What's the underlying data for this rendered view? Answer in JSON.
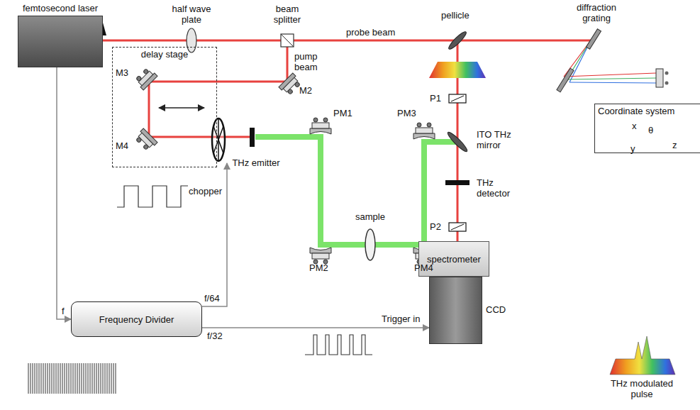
{
  "diagram": {
    "nodes": [
      {
        "text": [
          "femtosecond laser"
        ]
      },
      {
        "text": [
          "delay stage"
        ]
      },
      {
        "text": [
          "Frequency Divider"
        ]
      },
      {
        "text": [
          "spectrometer"
        ]
      },
      {
        "text": [
          "CCD"
        ]
      },
      {
        "text": [
          "Coordinate system"
        ]
      }
    ],
    "edges": [
      {
        "from": 0,
        "to": 2,
        "arrow": "to"
      },
      {
        "from": 2,
        "to": 4,
        "arrow": "to"
      }
    ],
    "labels": [
      "half wave plate",
      "beam splitter",
      "probe beam",
      "pellicle",
      "diffraction grating",
      "pump beam",
      "M3",
      "M2",
      "M4",
      "PM1",
      "PM3",
      "ITO THz mirror",
      "P1",
      "x",
      "θ",
      "y",
      "z",
      "THz emitter",
      "sample",
      "PM2",
      "PM4",
      "THz detector",
      "P2",
      "chopper",
      "f",
      "f/64",
      "f/32",
      "Trigger in",
      "THz modulated pulse"
    ]
  }
}
